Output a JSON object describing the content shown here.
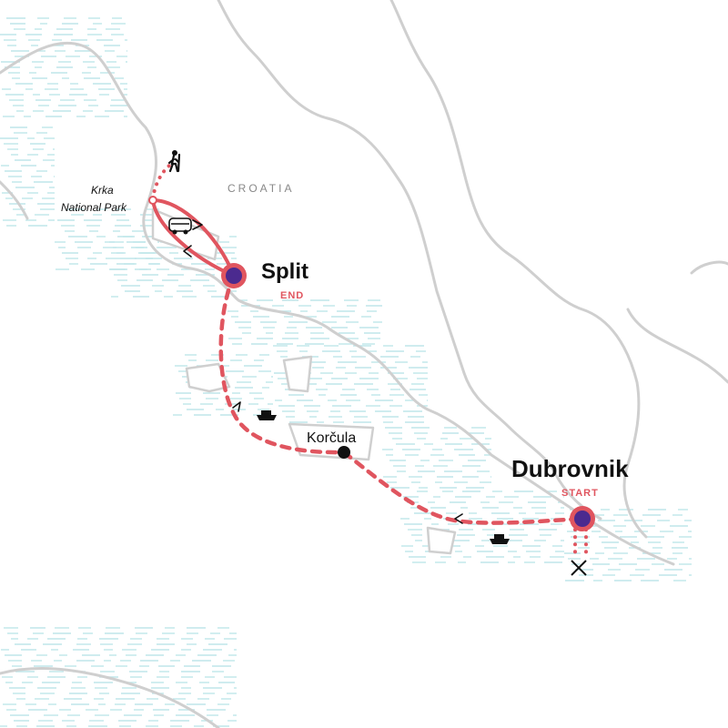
{
  "map": {
    "country": "CROATIA",
    "places": {
      "krka": "Krka\nNational Park",
      "korcula": "Korčula"
    },
    "cities": {
      "split": {
        "name": "Split",
        "tag": "END"
      },
      "dubrovnik": {
        "name": "Dubrovnik",
        "tag": "START"
      }
    },
    "icons": [
      "hiking-icon",
      "bus-icon",
      "ferry-icon",
      "kayak-paddle-icon"
    ],
    "colors": {
      "route": "#e0555f",
      "marker_fill": "#4b2a8f",
      "sea": "#bfe6ea",
      "coast": "#cfcfcf"
    }
  }
}
